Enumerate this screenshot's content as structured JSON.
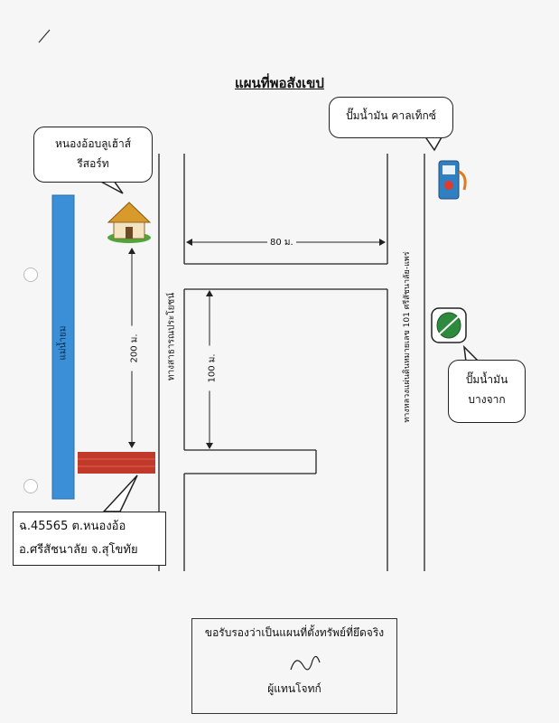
{
  "title": "แผนที่พอสังเขป",
  "callouts": {
    "resort": [
      "หนองอ้อบลูเฮ้าส์",
      "รีสอร์ท"
    ],
    "caltex": "ปั๊มน้ำมัน คาลเท็กซ์",
    "bangchak": [
      "ปั๊มน้ำมัน",
      "บางจาก"
    ],
    "parcel": [
      "ฉ.45565 ต.หนองอ้อ",
      "อ.ศรีสัชนาลัย จ.สุโขทัย"
    ]
  },
  "labels": {
    "river": "แม่น้ำยม",
    "road_local": "ทางสาธารณประโยชน์",
    "highway": "ทางหลวงแผ่นดินหมายเลข 101 ศรีสัชนาลัย-แพร่",
    "dist_80": "80 ม.",
    "dist_200": "200 ม.",
    "dist_100": "100 ม."
  },
  "certificate": {
    "text": "ขอรับรองว่าเป็นแผนที่ตั้งทรัพย์ที่ยึดจริง",
    "signer": "ผู้แทนโจทก์"
  },
  "icons": [
    "house-icon",
    "gas-pump-icon",
    "bangchak-logo-icon",
    "river-mark"
  ],
  "colors": {
    "river": "#3a8fd6",
    "parcel": "#c0392b",
    "pump": "#2f7fc1",
    "bangchak": "#2e8b3e"
  }
}
